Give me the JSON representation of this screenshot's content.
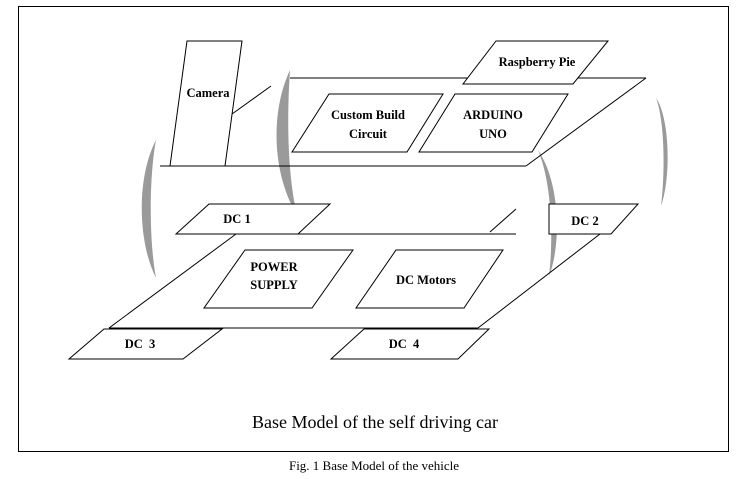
{
  "diagram": {
    "components": {
      "camera": "Camera",
      "raspberry_pi": "Raspberry Pie",
      "custom_circuit_line1": "Custom Build",
      "custom_circuit_line2": "Circuit",
      "arduino_line1": "ARDUINO",
      "arduino_line2": "UNO",
      "power_supply_line1": "POWER",
      "power_supply_line2": "SUPPLY",
      "dc_motors": "DC Motors",
      "dc1": "DC 1",
      "dc2": "DC 2",
      "dc3": "DC  3",
      "dc4": "DC  4"
    },
    "title": "Base Model of the self driving car"
  },
  "caption": "Fig. 1 Base Model of the vehicle"
}
